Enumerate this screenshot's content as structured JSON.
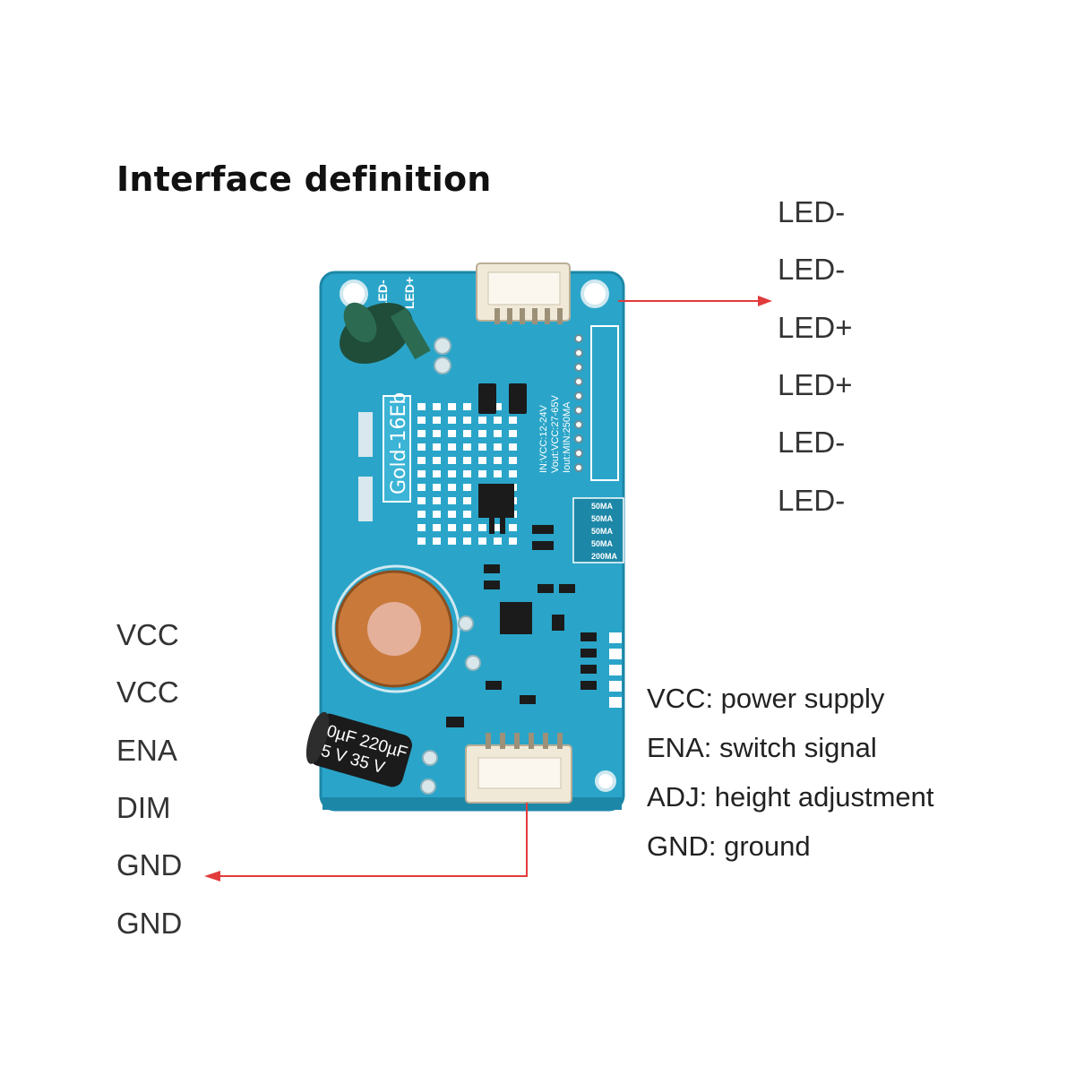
{
  "title": "Interface definition",
  "board": {
    "model": "Gold-16Eb",
    "spec_lines": [
      "IN:VCC:12-24V",
      "Vout:VCC:27-65V",
      "Iout:MIN:250MA"
    ],
    "current_options": [
      "50MA",
      "50MA",
      "50MA",
      "50MA",
      "200MA"
    ],
    "capacitor_large": {
      "line1": "0µF  220µF",
      "line2": "5 V   35 V"
    },
    "silk_top": [
      "LED-",
      "LED+"
    ],
    "colors": {
      "pcb": "#2aa5c9",
      "pcb_dark": "#1d87a8",
      "connector": "#f1e9d8",
      "arrow": "#e23b3b",
      "copper": "#c97a3b",
      "pad": "#ffffff"
    }
  },
  "led_pins": [
    "LED-",
    "LED-",
    "LED+",
    "LED+",
    "LED-",
    "LED-"
  ],
  "input_pins": [
    "VCC",
    "VCC",
    "ENA",
    "DIM",
    "GND",
    "GND"
  ],
  "legend": [
    "VCC: power supply",
    "ENA: switch signal",
    "ADJ: height adjustment",
    "GND: ground"
  ]
}
